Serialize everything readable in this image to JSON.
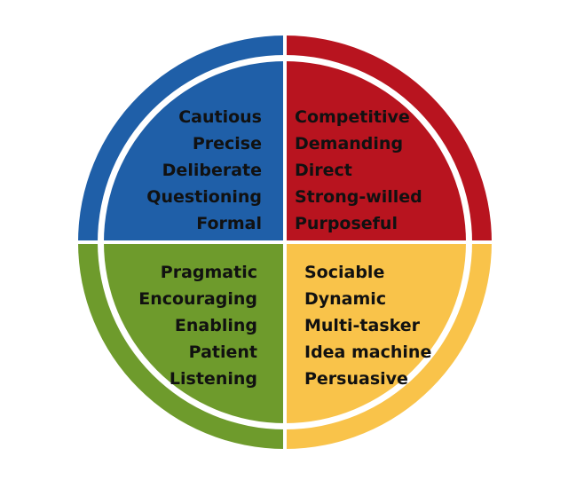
{
  "colors": {
    "blue": "#1f5fa8",
    "red": "#b8141f",
    "green": "#6e9b2c",
    "yellow": "#f9c34a",
    "separator": "#ffffff",
    "text": "#111111"
  },
  "quadrants": {
    "blue": {
      "color_name": "blue",
      "words": [
        "Cautious",
        "Precise",
        "Deliberate",
        "Questioning",
        "Formal"
      ]
    },
    "red": {
      "color_name": "red",
      "words": [
        "Competitive",
        "Demanding",
        "Direct",
        "Strong-willed",
        "Purposeful"
      ]
    },
    "green": {
      "color_name": "green",
      "words": [
        "Pragmatic",
        "Encouraging",
        "Enabling",
        "Patient",
        "Listening"
      ]
    },
    "yellow": {
      "color_name": "yellow",
      "words": [
        "Sociable",
        "Dynamic",
        "Multi-tasker",
        "Idea machine",
        "Persuasive"
      ]
    }
  }
}
